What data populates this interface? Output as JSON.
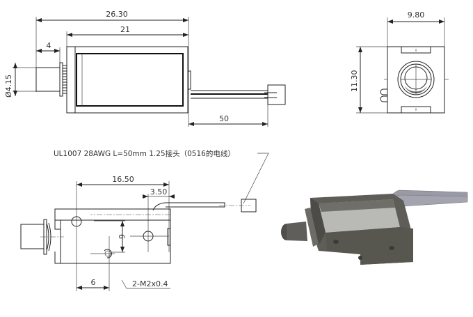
{
  "top_view": {
    "overall_length": "26.30",
    "body_length": "21",
    "plunger_extension": "4",
    "plunger_diameter": "Ø4.15",
    "wire_length": "50"
  },
  "end_view": {
    "width": "9.80",
    "height": "11.30"
  },
  "side_view": {
    "wire_note": "UL1007 28AWG L=50mm 1.25接头（0516的电线）",
    "hole_spacing": "16.50",
    "hole_offset": "3.50",
    "vertical_offset": "6",
    "horizontal_offset": "6",
    "thread_callout": "2-M2x0.4"
  },
  "render_view": {
    "body_color": "#5e5d58",
    "coil_color": "#b9b9b6",
    "wire_color": "#9a9aa6"
  }
}
